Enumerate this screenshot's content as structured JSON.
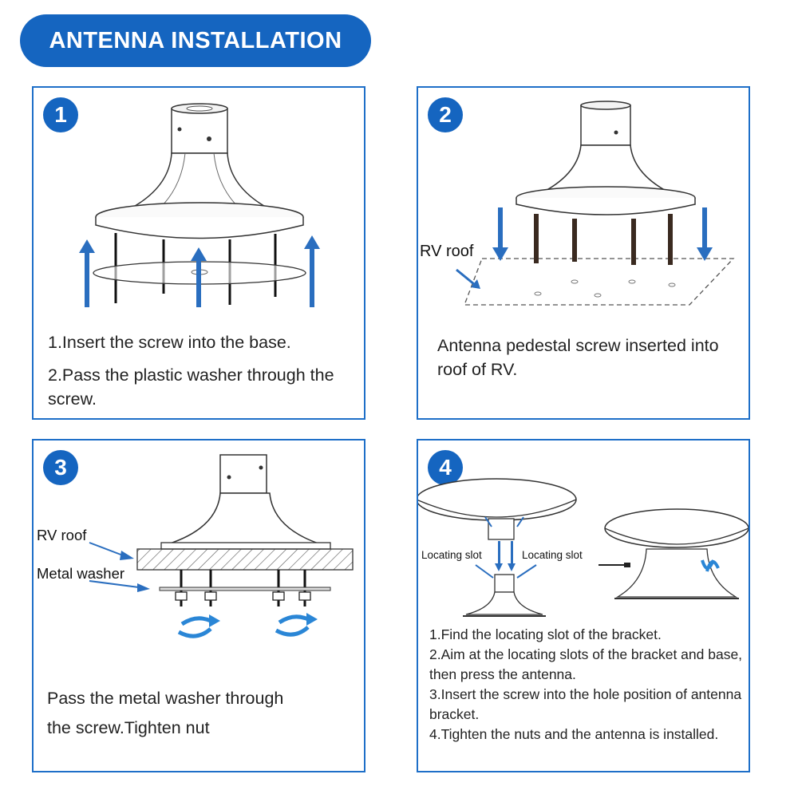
{
  "header": {
    "title": "ANTENNA INSTALLATION"
  },
  "colors": {
    "brand_blue": "#1565c0",
    "panel_border": "#1e6fc8",
    "arrow_blue": "#2a6ebf"
  },
  "steps": [
    {
      "number": "1",
      "lines": [
        "1.Insert the screw into the base.",
        "2.Pass the plastic washer through the screw."
      ]
    },
    {
      "number": "2",
      "label": "RV roof",
      "lines": [
        "Antenna pedestal screw inserted into roof of RV."
      ]
    },
    {
      "number": "3",
      "labels": [
        "RV roof",
        "Metal washer"
      ],
      "lines": [
        "Pass the metal washer through",
        "the screw.Tighten nut"
      ]
    },
    {
      "number": "4",
      "slot_labels": [
        "Locating slot",
        "Locating slot"
      ],
      "lines": [
        "1.Find the locating slot of the bracket.",
        "2.Aim at the locating slots of the bracket and base, then press the antenna.",
        "3.Insert the screw into the hole position of antenna bracket.",
        "4.Tighten the nuts and the antenna is installed."
      ]
    }
  ],
  "icons": [
    "step-number-badge",
    "antenna-base-illustration",
    "blue-arrow-icon",
    "rotate-arrow-icon"
  ]
}
